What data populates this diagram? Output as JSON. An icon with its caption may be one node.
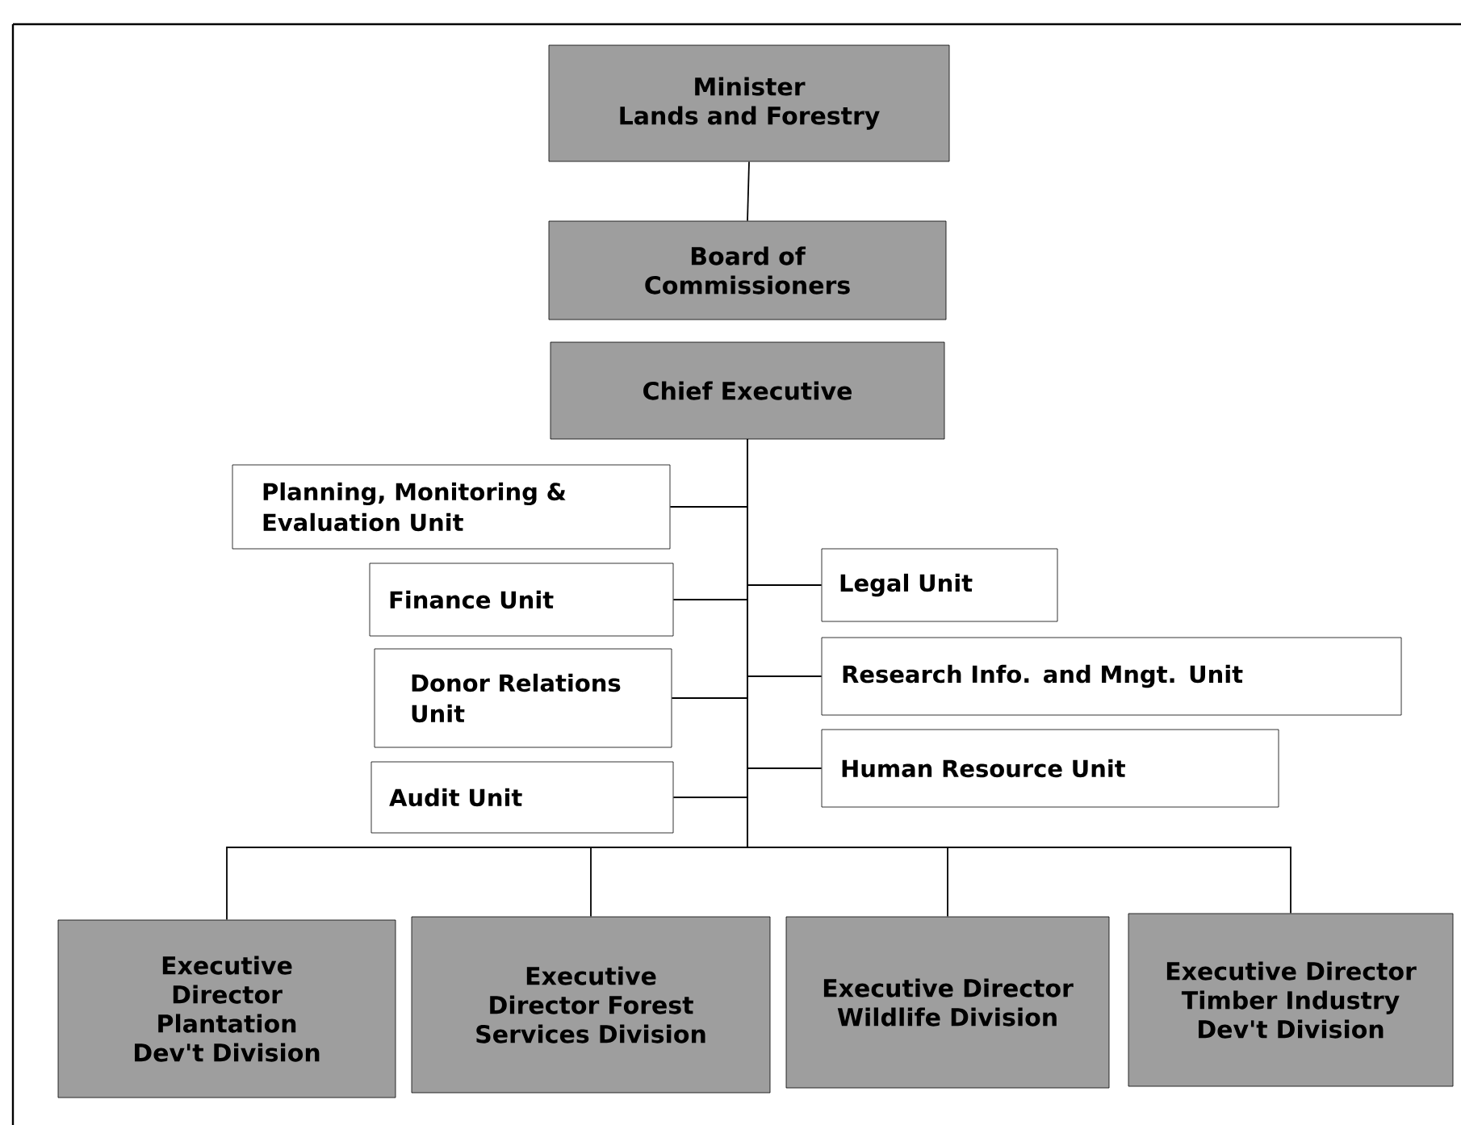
{
  "diagram": {
    "nodes": [
      {
        "text": [
          "Minister",
          "Lands and Forestry"
        ]
      },
      {
        "text": [
          "Board of Commissioners"
        ]
      },
      {
        "text": [
          "Chief Executive"
        ]
      },
      {
        "text": [
          "Planning, Monitoring & Evaluation Unit"
        ]
      },
      {
        "text": [
          "Finance Unit"
        ]
      },
      {
        "text": [
          "Legal Unit"
        ]
      },
      {
        "text": [
          "Donor Relations Unit"
        ]
      },
      {
        "text": [
          "Research Info. and Mngt. Unit"
        ]
      },
      {
        "text": [
          "Audit Unit"
        ]
      },
      {
        "text": [
          "Human Resource Unit"
        ]
      },
      {
        "text": [
          "Executive Director Plantation Dev't Division"
        ]
      },
      {
        "text": [
          "Executive Director Forest Services Division"
        ]
      },
      {
        "text": [
          "Executive Director Wildlife Division"
        ]
      },
      {
        "text": [
          "Executive Director Timber Industry Dev't Division"
        ]
      }
    ],
    "edges": [
      {
        "from": 0,
        "to": 1,
        "arrow": "none"
      },
      {
        "from": 2,
        "to": 3,
        "arrow": "none"
      },
      {
        "from": 2,
        "to": 4,
        "arrow": "none"
      },
      {
        "from": 2,
        "to": 5,
        "arrow": "none"
      },
      {
        "from": 2,
        "to": 6,
        "arrow": "none"
      },
      {
        "from": 2,
        "to": 7,
        "arrow": "none"
      },
      {
        "from": 2,
        "to": 8,
        "arrow": "none"
      },
      {
        "from": 2,
        "to": 9,
        "arrow": "none"
      },
      {
        "from": 2,
        "to": 10,
        "arrow": "none"
      },
      {
        "from": 2,
        "to": 11,
        "arrow": "none"
      },
      {
        "from": 2,
        "to": 12,
        "arrow": "none"
      },
      {
        "from": 2,
        "to": 13,
        "arrow": "none"
      }
    ]
  }
}
